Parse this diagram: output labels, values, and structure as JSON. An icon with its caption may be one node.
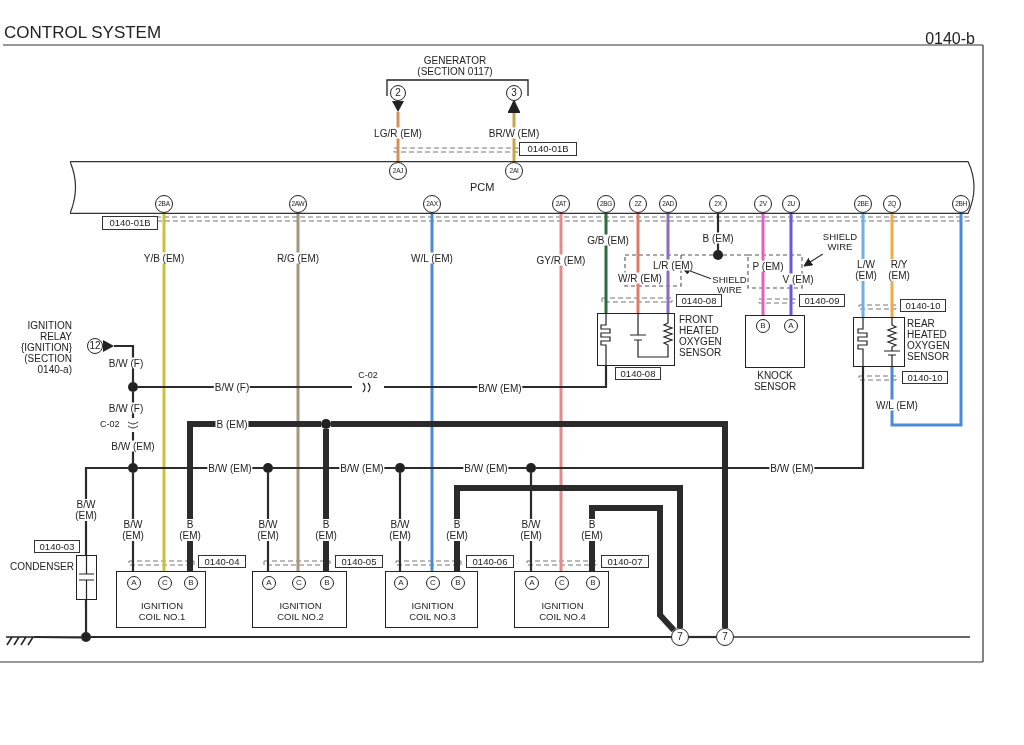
{
  "diagram": {
    "title": "CONTROL SYSTEM",
    "nodes": [
      {
        "text": [
          "2"
        ]
      },
      {
        "text": [
          "3"
        ]
      },
      {
        "text": [
          "PCM"
        ]
      },
      {
        "text": [
          "2AJ"
        ],
        "in": 2
      },
      {
        "text": [
          "2AI"
        ],
        "in": 2
      },
      {
        "text": [
          "0140-01B"
        ]
      },
      {
        "text": [
          "0140-01B"
        ]
      },
      {
        "text": [
          "2BA"
        ],
        "in": 2
      },
      {
        "text": [
          "2AW"
        ],
        "in": 2
      },
      {
        "text": [
          "2AX"
        ],
        "in": 2
      },
      {
        "text": [
          "2AT"
        ],
        "in": 2
      },
      {
        "text": [
          "2BG"
        ],
        "in": 2
      },
      {
        "text": [
          "2Z"
        ],
        "in": 2
      },
      {
        "text": [
          "2AD"
        ],
        "in": 2
      },
      {
        "text": [
          "2X"
        ],
        "in": 2
      },
      {
        "text": [
          "2V"
        ],
        "in": 2
      },
      {
        "text": [
          "2U"
        ],
        "in": 2
      },
      {
        "text": [
          "2BE"
        ],
        "in": 2
      },
      {
        "text": [
          "2Q"
        ],
        "in": 2
      },
      {
        "text": [
          "2BH"
        ],
        "in": 2
      },
      {
        "text": [
          "SHIELD WIRE"
        ]
      },
      {
        "text": [],
        "shape": "circle"
      },
      {
        "text": [
          "SHIELD WIRE"
        ]
      },
      {
        "text": [
          "0140-08"
        ]
      },
      {
        "text": [
          "0140-09"
        ]
      },
      {
        "text": [
          "0140-10"
        ]
      },
      {
        "text": [
          "FRONT HEATED OXYGEN SENSOR"
        ]
      },
      {
        "text": [
          "KNOCK SENSOR"
        ]
      },
      {
        "text": [
          "B"
        ],
        "in": 27
      },
      {
        "text": [
          "A"
        ],
        "in": 27
      },
      {
        "text": [
          "REAR HEATED OXYGEN SENSOR"
        ]
      },
      {
        "text": [
          "12"
        ],
        "beside": [
          "IGNITION RELAY {IGNITION} (SECTION 0140-a)"
        ]
      },
      {
        "text": [],
        "shape": "circle"
      },
      {
        "text": [
          "C-02"
        ]
      },
      {
        "text": [
          "0140-08"
        ]
      },
      {
        "text": [
          "0140-10"
        ]
      },
      {
        "text": [
          "C-02"
        ]
      },
      {
        "text": [],
        "shape": "circle"
      },
      {
        "text": [],
        "shape": "circle"
      },
      {
        "text": [],
        "shape": "circle"
      },
      {
        "text": [],
        "shape": "circle"
      },
      {
        "text": [],
        "shape": "circle"
      },
      {
        "text": [
          "0140-03"
        ]
      },
      {
        "text": [
          "CONDENSER"
        ]
      },
      {
        "text": [
          "0140-04"
        ]
      },
      {
        "text": [
          "IGNITION COIL NO.1"
        ]
      },
      {
        "text": [
          "A"
        ],
        "in": 45
      },
      {
        "text": [
          "C"
        ],
        "in": 45
      },
      {
        "text": [
          "B"
        ],
        "in": 45
      },
      {
        "text": [
          "0140-05"
        ]
      },
      {
        "text": [
          "IGNITION COIL NO.2"
        ]
      },
      {
        "text": [
          "A"
        ],
        "in": 50
      },
      {
        "text": [
          "C"
        ],
        "in": 50
      },
      {
        "text": [
          "B"
        ],
        "in": 50
      },
      {
        "text": [
          "0140-06"
        ]
      },
      {
        "text": [
          "IGNITION COIL NO.3"
        ]
      },
      {
        "text": [
          "A"
        ],
        "in": 55
      },
      {
        "text": [
          "C"
        ],
        "in": 55
      },
      {
        "text": [
          "B"
        ],
        "in": 55
      },
      {
        "text": [
          "0140-07"
        ]
      },
      {
        "text": [
          "IGNITION COIL NO.4"
        ]
      },
      {
        "text": [
          "A"
        ],
        "in": 60
      },
      {
        "text": [
          "C"
        ],
        "in": 60
      },
      {
        "text": [
          "B"
        ],
        "in": 60
      },
      {
        "text": [
          "7"
        ]
      },
      {
        "text": [
          "7"
        ]
      },
      {
        "text": [],
        "shape": "circle"
      },
      {
        "text": [],
        "shape": "ground"
      }
    ],
    "edges": [
      {
        "from": 0,
        "to": 3,
        "arrow": "none",
        "label": "LG/R (EM)",
        "color": "#d4905a"
      },
      {
        "from": 4,
        "to": 1,
        "arrow": "to",
        "label": "BR/W (EM)",
        "color": "#c9a24a"
      },
      {
        "from": 7,
        "to": 47,
        "arrow": "none",
        "label": "Y/B (EM)",
        "color": "#c8c43a"
      },
      {
        "from": 8,
        "to": 52,
        "arrow": "none",
        "label": "R/G (EM)",
        "color": "#a8947c"
      },
      {
        "from": 9,
        "to": 57,
        "arrow": "none",
        "label": "W/L (EM)",
        "color": "#4a8ad6"
      },
      {
        "from": 10,
        "to": 62,
        "arrow": "none",
        "label": "GY/R (EM)",
        "color": "#e58a8a"
      },
      {
        "from": 11,
        "to": 26,
        "arrow": "none",
        "label": "G/B (EM)",
        "color": "#2f6b3c"
      },
      {
        "from": 12,
        "to": 26,
        "arrow": "none",
        "label": "W/R (EM)",
        "color": "#e07a6a"
      },
      {
        "from": 13,
        "to": 26,
        "arrow": "none",
        "label": "L/R (EM)",
        "color": "#8a6cc0"
      },
      {
        "from": 14,
        "to": 21,
        "arrow": "none",
        "label": "B (EM)"
      },
      {
        "from": 22,
        "to": null,
        "arrow": "to"
      },
      {
        "from": 20,
        "to": null,
        "arrow": "to"
      },
      {
        "from": 15,
        "to": 28,
        "arrow": "none",
        "label": "P (EM)",
        "color": "#e060c0"
      },
      {
        "from": 16,
        "to": 29,
        "arrow": "none",
        "label": "V (EM)",
        "color": "#6a58d8"
      },
      {
        "from": 17,
        "to": 30,
        "arrow": "none",
        "label": "L/W (EM)",
        "color": "#6fb0e6"
      },
      {
        "from": 18,
        "to": 30,
        "arrow": "none",
        "label": "R/Y (EM)",
        "color": "#f0a84a"
      },
      {
        "from": 19,
        "to": 30,
        "arrow": "none",
        "label": "W/L (EM)",
        "color": "#4a8ad6"
      },
      {
        "from": 31,
        "to": 32,
        "arrow": "none",
        "label": "B/W (F)"
      },
      {
        "from": 32,
        "to": 33,
        "arrow": "none",
        "label": "B/W (F)"
      },
      {
        "from": 33,
        "to": 26,
        "arrow": "none",
        "label": "B/W (EM)"
      },
      {
        "from": 32,
        "to": 36,
        "arrow": "none",
        "label": "B/W (F)"
      },
      {
        "from": 36,
        "to": 38,
        "arrow": "none",
        "label": "B/W (EM)"
      },
      {
        "from": 38,
        "to": 43,
        "arrow": "none",
        "label": "B/W (EM)"
      },
      {
        "from": 38,
        "to": 46,
        "arrow": "none",
        "label": "B/W (EM)"
      },
      {
        "from": 38,
        "to": 39,
        "arrow": "none",
        "label": "B/W (EM)"
      },
      {
        "from": 39,
        "to": 51,
        "arrow": "none",
        "label": "B/W (EM)"
      },
      {
        "from": 39,
        "to": 40,
        "arrow": "none",
        "label": "B/W (EM)"
      },
      {
        "from": 40,
        "to": 56,
        "arrow": "none",
        "label": "B/W (EM)"
      },
      {
        "from": 40,
        "to": 41,
        "arrow": "none",
        "label": "B/W (EM)"
      },
      {
        "from": 41,
        "to": 61,
        "arrow": "none",
        "label": "B/W (EM)"
      },
      {
        "from": 41,
        "to": 30,
        "arrow": "none",
        "label": "B/W (EM)"
      },
      {
        "from": 48,
        "to": 37,
        "arrow": "none",
        "label": "B (EM)",
        "style": "thick"
      },
      {
        "from": 53,
        "to": 37,
        "arrow": "none",
        "label": "B (EM)",
        "style": "thick"
      },
      {
        "from": 37,
        "to": 65,
        "arrow": "none",
        "style": "thick"
      },
      {
        "from": 58,
        "to": 64,
        "arrow": "none",
        "label": "B (EM)",
        "style": "thick"
      },
      {
        "from": 63,
        "to": 64,
        "arrow": "none",
        "label": "B (EM)",
        "style": "thick"
      },
      {
        "from": 43,
        "to": 66,
        "arrow": "none"
      },
      {
        "from": 66,
        "to": 67,
        "arrow": "none"
      },
      {
        "from": 66,
        "to": 64,
        "arrow": "none"
      },
      {
        "from": 64,
        "to": 65,
        "arrow": "none"
      }
    ],
    "labels": [
      "0140-b",
      "GENERATOR (SECTION 0117)",
      "B (EM)"
    ]
  }
}
